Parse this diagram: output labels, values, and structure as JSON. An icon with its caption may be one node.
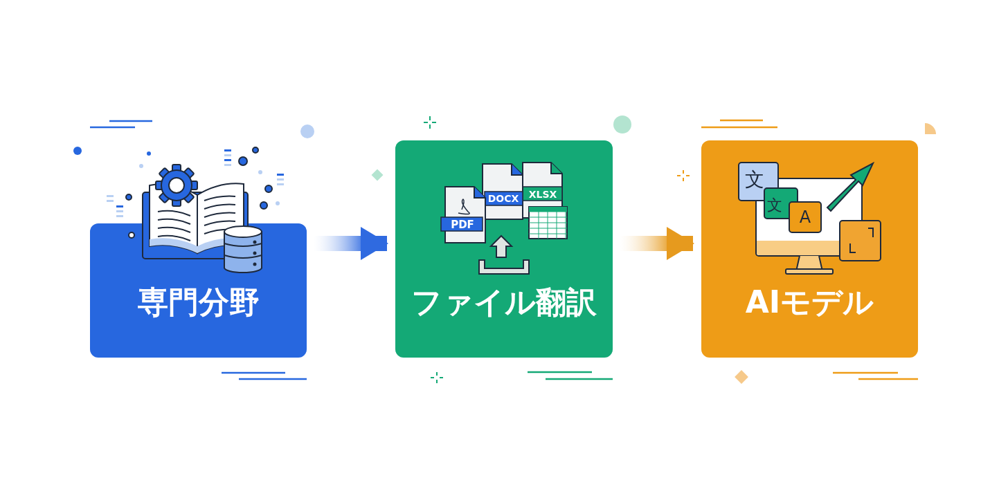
{
  "diagram": {
    "nodes": [
      {
        "text": [
          "専門分野"
        ]
      },
      {
        "text": [
          "ファイル翻訳"
        ]
      },
      {
        "text": [
          "AIモデル"
        ]
      }
    ],
    "edges": [
      {
        "from": 0,
        "to": 1,
        "arrow": "to"
      },
      {
        "from": 1,
        "to": 2,
        "arrow": "to"
      }
    ],
    "labels": [
      "PDF",
      "DOCX",
      "XLSX",
      "文",
      "文",
      "A"
    ]
  }
}
